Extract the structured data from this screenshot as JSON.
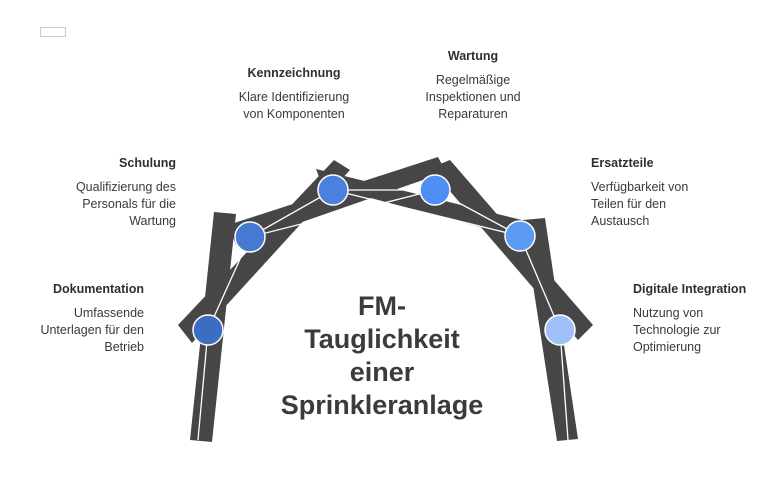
{
  "logo": {
    "text": ""
  },
  "center_title": [
    "FM-",
    "Tauglichkeit",
    "einer",
    "Sprinkleranlage"
  ],
  "colors": {
    "beam": "#464646",
    "connector": "#ffffff",
    "nodes": [
      "#3d6cc0",
      "#4679d2",
      "#4b80df",
      "#4e8ef5",
      "#5b9bf1",
      "#9fc1f7"
    ]
  },
  "items": [
    {
      "id": "dokumentation",
      "title": "Dokumentation",
      "desc": [
        "Umfassende",
        "Unterlagen für den",
        "Betrieb"
      ]
    },
    {
      "id": "schulung",
      "title": "Schulung",
      "desc": [
        "Qualifizierung des",
        "Personals für die",
        "Wartung"
      ]
    },
    {
      "id": "kennzeichnung",
      "title": "Kennzeichnung",
      "desc": [
        "Klare Identifizierung",
        "von Komponenten"
      ]
    },
    {
      "id": "wartung",
      "title": "Wartung",
      "desc": [
        "Regelmäßige",
        "Inspektionen und",
        "Reparaturen"
      ]
    },
    {
      "id": "ersatzteile",
      "title": "Ersatzteile",
      "desc": [
        "Verfügbarkeit von",
        "Teilen für den",
        "Austausch"
      ]
    },
    {
      "id": "digitale-integration",
      "title": "Digitale Integration",
      "desc": [
        "Nutzung von",
        "Technologie zur",
        "Optimierung"
      ]
    }
  ]
}
